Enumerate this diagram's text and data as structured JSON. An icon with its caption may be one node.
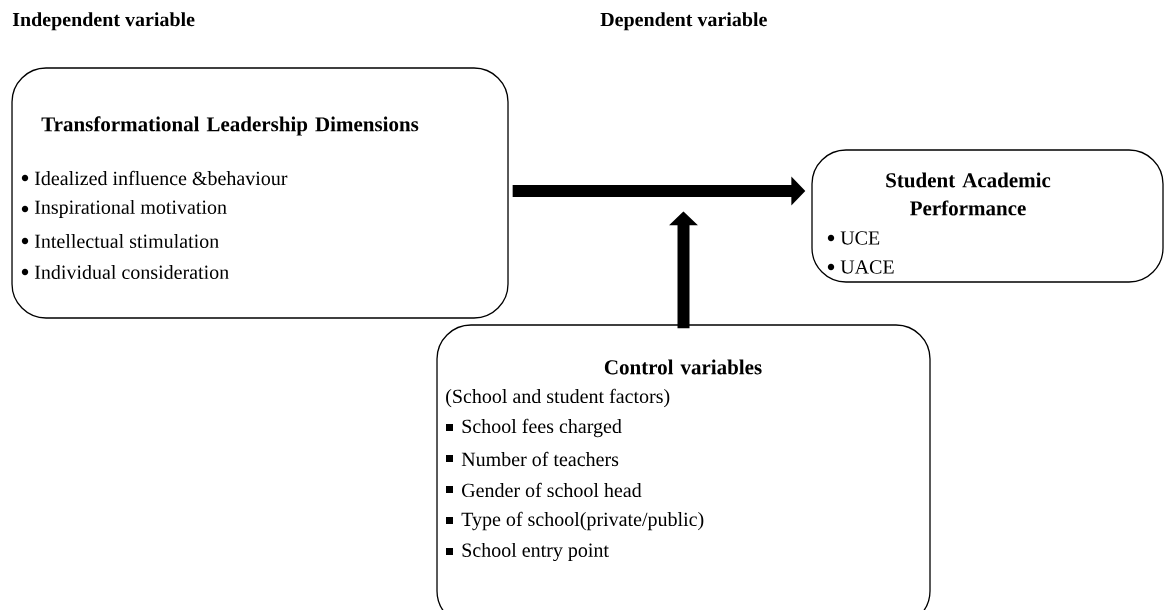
{
  "diagram": {
    "nodes": [
      {
        "text": [
          "Transformational Leadership Dimensions",
          "Idealized influence &behaviour",
          "Inspirational motivation",
          "Intellectual stimulation",
          "Individual consideration"
        ]
      },
      {
        "text": [
          "Student Academic Performance",
          "UCE",
          "UACE"
        ]
      },
      {
        "text": [
          "Control variables",
          "(School and student factors)",
          "School fees charged",
          "Number of teachers",
          "Gender of school head",
          "Type of school(private/public)",
          "School entry point"
        ]
      }
    ],
    "edges": [
      {
        "from": 0,
        "to": 1,
        "arrow": "to"
      },
      {
        "from": 2,
        "to": null,
        "arrow": "to"
      }
    ],
    "labels": [
      "Independent variable",
      "Dependent variable"
    ]
  }
}
